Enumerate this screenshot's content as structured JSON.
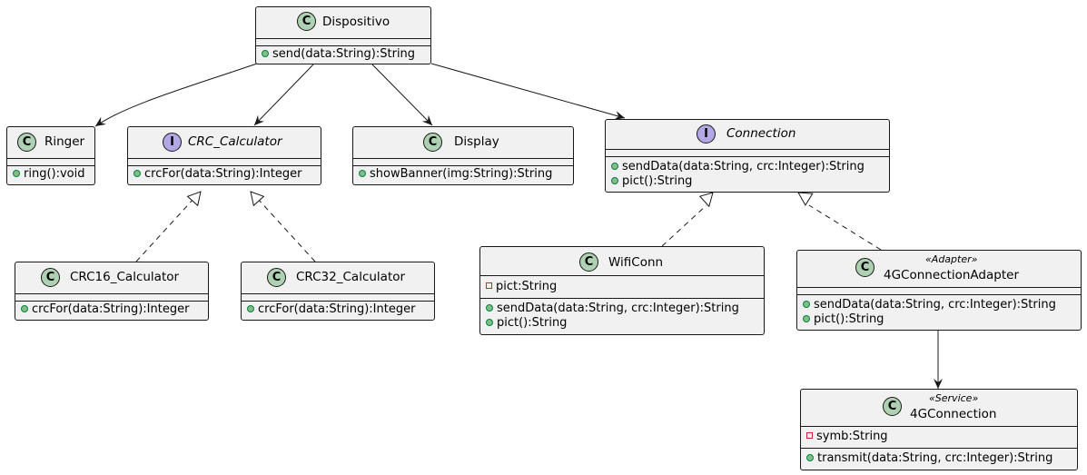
{
  "classes": {
    "dispositivo": {
      "kind": "C",
      "name": "Dispositivo",
      "methods": [
        "send(data:String):String"
      ]
    },
    "ringer": {
      "kind": "C",
      "name": "Ringer",
      "methods": [
        "ring():void"
      ]
    },
    "crc_calculator": {
      "kind": "I",
      "name": "CRC_Calculator",
      "methods": [
        "crcFor(data:String):Integer"
      ]
    },
    "display": {
      "kind": "C",
      "name": "Display",
      "methods": [
        "showBanner(img:String):String"
      ]
    },
    "connection": {
      "kind": "I",
      "name": "Connection",
      "methods": [
        "sendData(data:String, crc:Integer):String",
        "pict():String"
      ]
    },
    "crc16": {
      "kind": "C",
      "name": "CRC16_Calculator",
      "methods": [
        "crcFor(data:String):Integer"
      ]
    },
    "crc32": {
      "kind": "C",
      "name": "CRC32_Calculator",
      "methods": [
        "crcFor(data:String):Integer"
      ]
    },
    "wificonn": {
      "kind": "C",
      "name": "WifiConn",
      "fields": [
        "pict:String"
      ],
      "methods": [
        "sendData(data:String, crc:Integer):String",
        "pict():String"
      ]
    },
    "adapter": {
      "kind": "C",
      "stereotype": "«Adapter»",
      "name": "4GConnectionAdapter",
      "methods": [
        "sendData(data:String, crc:Integer):String",
        "pict():String"
      ]
    },
    "g4connection": {
      "kind": "C",
      "stereotype": "«Service»",
      "name": "4GConnection",
      "fields": [
        "symb:String"
      ],
      "methods": [
        "transmit(data:String, crc:Integer):String"
      ]
    }
  },
  "relations": [
    {
      "from": "dispositivo",
      "to": "ringer",
      "type": "association"
    },
    {
      "from": "dispositivo",
      "to": "crc_calculator",
      "type": "association"
    },
    {
      "from": "dispositivo",
      "to": "display",
      "type": "association"
    },
    {
      "from": "dispositivo",
      "to": "connection",
      "type": "association"
    },
    {
      "from": "crc16",
      "to": "crc_calculator",
      "type": "realization"
    },
    {
      "from": "crc32",
      "to": "crc_calculator",
      "type": "realization"
    },
    {
      "from": "wificonn",
      "to": "connection",
      "type": "realization"
    },
    {
      "from": "adapter",
      "to": "connection",
      "type": "realization"
    },
    {
      "from": "adapter",
      "to": "g4connection",
      "type": "association"
    }
  ],
  "colors": {
    "class_badge": "#add1b2",
    "interface_badge": "#b4a7e5",
    "box_fill": "#f1f1f1",
    "line": "#181818"
  }
}
